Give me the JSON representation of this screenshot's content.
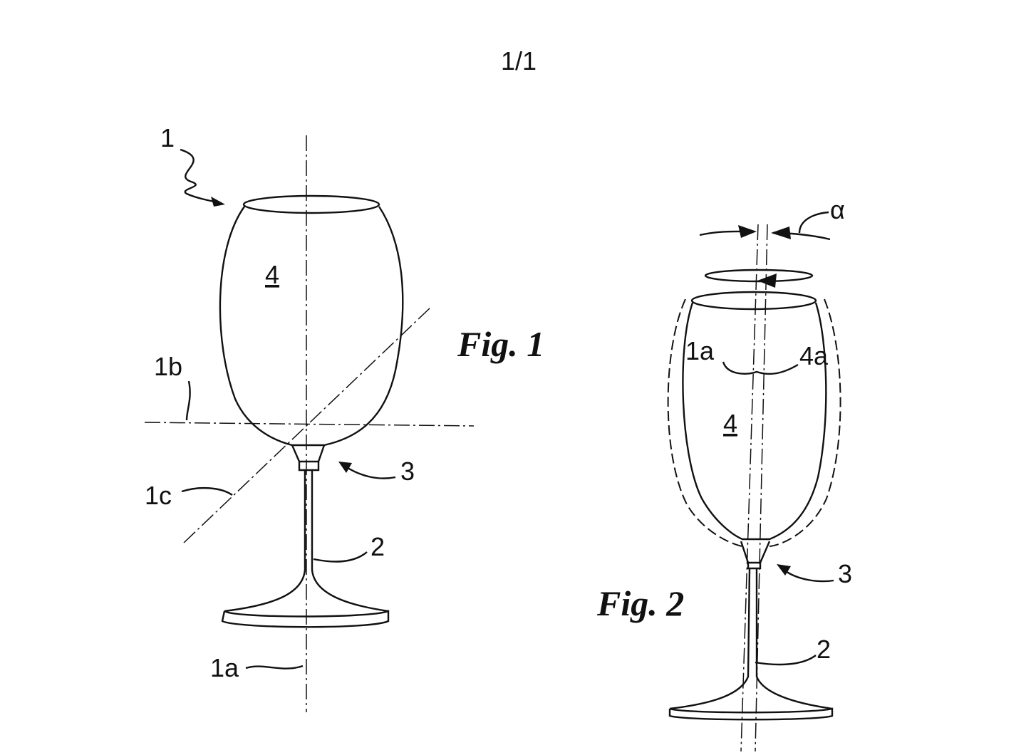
{
  "sheet_number": "1/1",
  "figure1": {
    "caption": "Fig. 1",
    "labels": {
      "glass": "1",
      "bowl": "4",
      "plane_horizontal": "1b",
      "plane_inclined": "1c",
      "collar": "3",
      "stem": "2",
      "axis": "1a"
    }
  },
  "figure2": {
    "caption": "Fig. 2",
    "labels": {
      "angle": "α",
      "axis": "1a",
      "bowl_axis": "4a",
      "bowl": "4",
      "collar": "3",
      "stem": "2"
    }
  }
}
